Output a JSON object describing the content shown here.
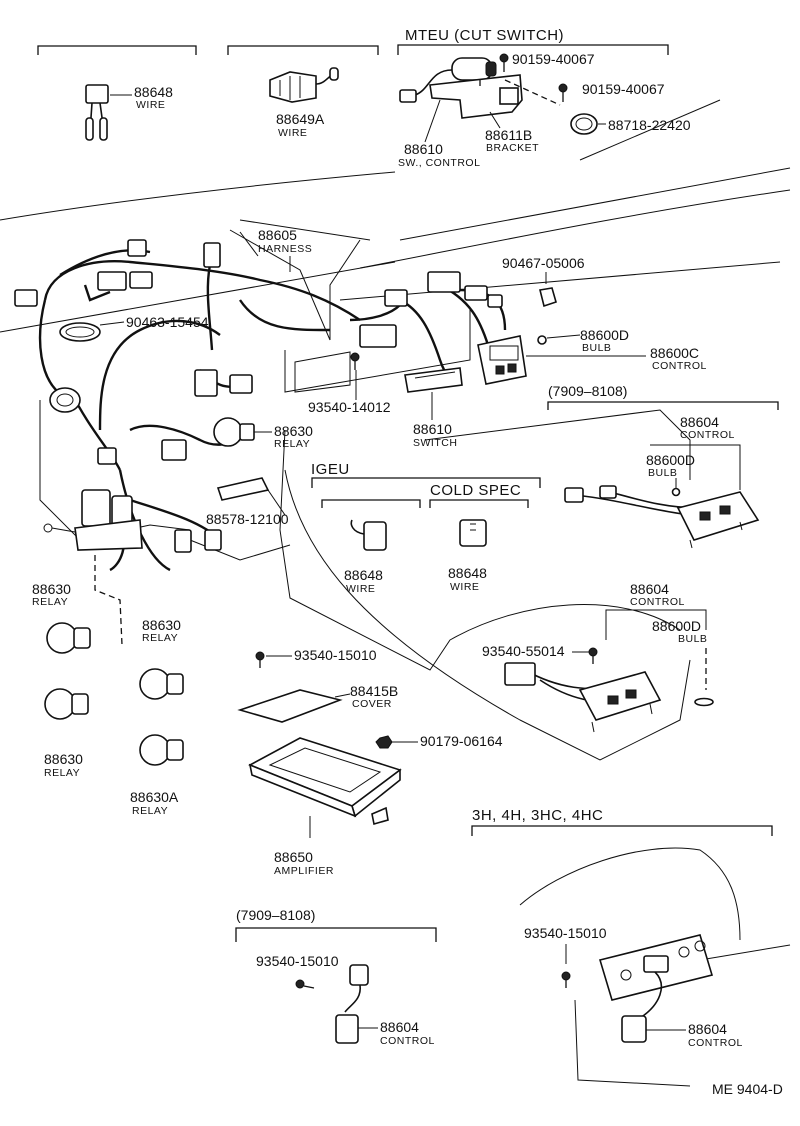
{
  "headers": {
    "mteu": "MTEU (CUT SWITCH)",
    "igeu": "IGEU",
    "cold_spec": "COLD SPEC",
    "date_range_right": "(7909–8108)",
    "date_range_bottom": "(7909–8108)",
    "models": "3H, 4H, 3HC, 4HC"
  },
  "parts": {
    "p88648_tl": {
      "number": "88648",
      "name": "WIRE"
    },
    "p88649a": {
      "number": "88649A",
      "name": "WIRE"
    },
    "p90159_a": {
      "number": "90159-40067"
    },
    "p90159_b": {
      "number": "90159-40067"
    },
    "p88610_sw": {
      "number": "88610",
      "name": "SW., CONTROL"
    },
    "p88611b": {
      "number": "88611B",
      "name": "BRACKET"
    },
    "p88718": {
      "number": "88718-22420"
    },
    "p88605": {
      "number": "88605",
      "name": "HARNESS"
    },
    "p90467": {
      "number": "90467-05006"
    },
    "p90463": {
      "number": "90463-15454"
    },
    "p88600d_a": {
      "number": "88600D",
      "name": "BULB"
    },
    "p88600c": {
      "number": "88600C",
      "name": "CONTROL"
    },
    "p93540_14012": {
      "number": "93540-14012"
    },
    "p88610_sw2": {
      "number": "88610",
      "name": "SWITCH"
    },
    "p88630_a": {
      "number": "88630",
      "name": "RELAY"
    },
    "p88604_a": {
      "number": "88604",
      "name": "CONTROL"
    },
    "p88600d_b": {
      "number": "88600D",
      "name": "BULB"
    },
    "p88578": {
      "number": "88578-12100"
    },
    "p88648_igeu": {
      "number": "88648",
      "name": "WIRE"
    },
    "p88648_cold": {
      "number": "88648",
      "name": "WIRE"
    },
    "p88630_b": {
      "number": "88630",
      "name": "RELAY"
    },
    "p88630_c": {
      "number": "88630",
      "name": "RELAY"
    },
    "p88630_d": {
      "number": "88630",
      "name": "RELAY"
    },
    "p88630a": {
      "number": "88630A",
      "name": "RELAY"
    },
    "p88604_b": {
      "number": "88604",
      "name": "CONTROL"
    },
    "p88600d_c": {
      "number": "88600D",
      "name": "BULB"
    },
    "p93540_55014": {
      "number": "93540-55014"
    },
    "p93540_15010_a": {
      "number": "93540-15010"
    },
    "p88415b": {
      "number": "88415B",
      "name": "COVER"
    },
    "p90179": {
      "number": "90179-06164"
    },
    "p88650": {
      "number": "88650",
      "name": "AMPLIFIER"
    },
    "p93540_15010_b": {
      "number": "93540-15010"
    },
    "p88604_c": {
      "number": "88604",
      "name": "CONTROL"
    },
    "p93540_15010_c": {
      "number": "93540-15010"
    },
    "p88604_d": {
      "number": "88604",
      "name": "CONTROL"
    }
  },
  "footer": {
    "code": "ME  9404-D"
  }
}
